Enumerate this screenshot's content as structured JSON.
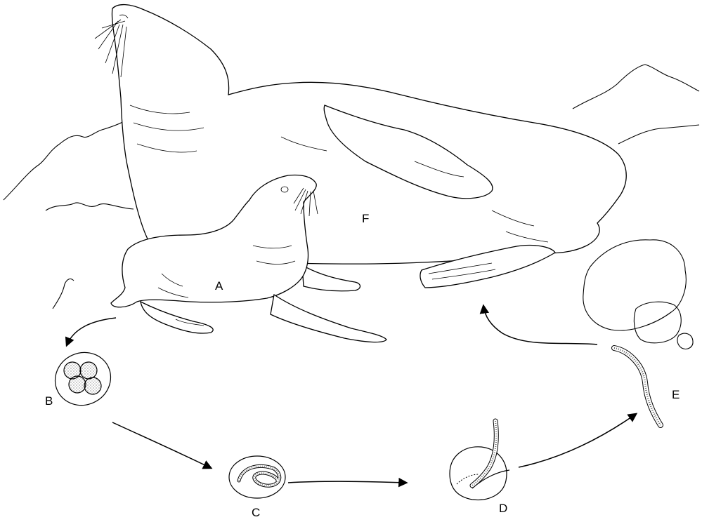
{
  "diagram": {
    "labels": {
      "A": "A",
      "B": "B",
      "C": "C",
      "D": "D",
      "E": "E",
      "F": "F"
    },
    "stages": [
      {
        "id": "A",
        "depicts": "sea-lion-pup"
      },
      {
        "id": "B",
        "depicts": "egg-with-embryo-cells"
      },
      {
        "id": "C",
        "depicts": "egg-with-larva"
      },
      {
        "id": "D",
        "depicts": "larva-hatching-from-egg"
      },
      {
        "id": "E",
        "depicts": "free-larva"
      },
      {
        "id": "F",
        "depicts": "adult-sea-lion"
      }
    ],
    "cycle_order": [
      "A",
      "B",
      "C",
      "D",
      "E",
      "F"
    ],
    "colors": {
      "line": "#000000",
      "background": "#ffffff",
      "stipple": "#555555"
    }
  }
}
